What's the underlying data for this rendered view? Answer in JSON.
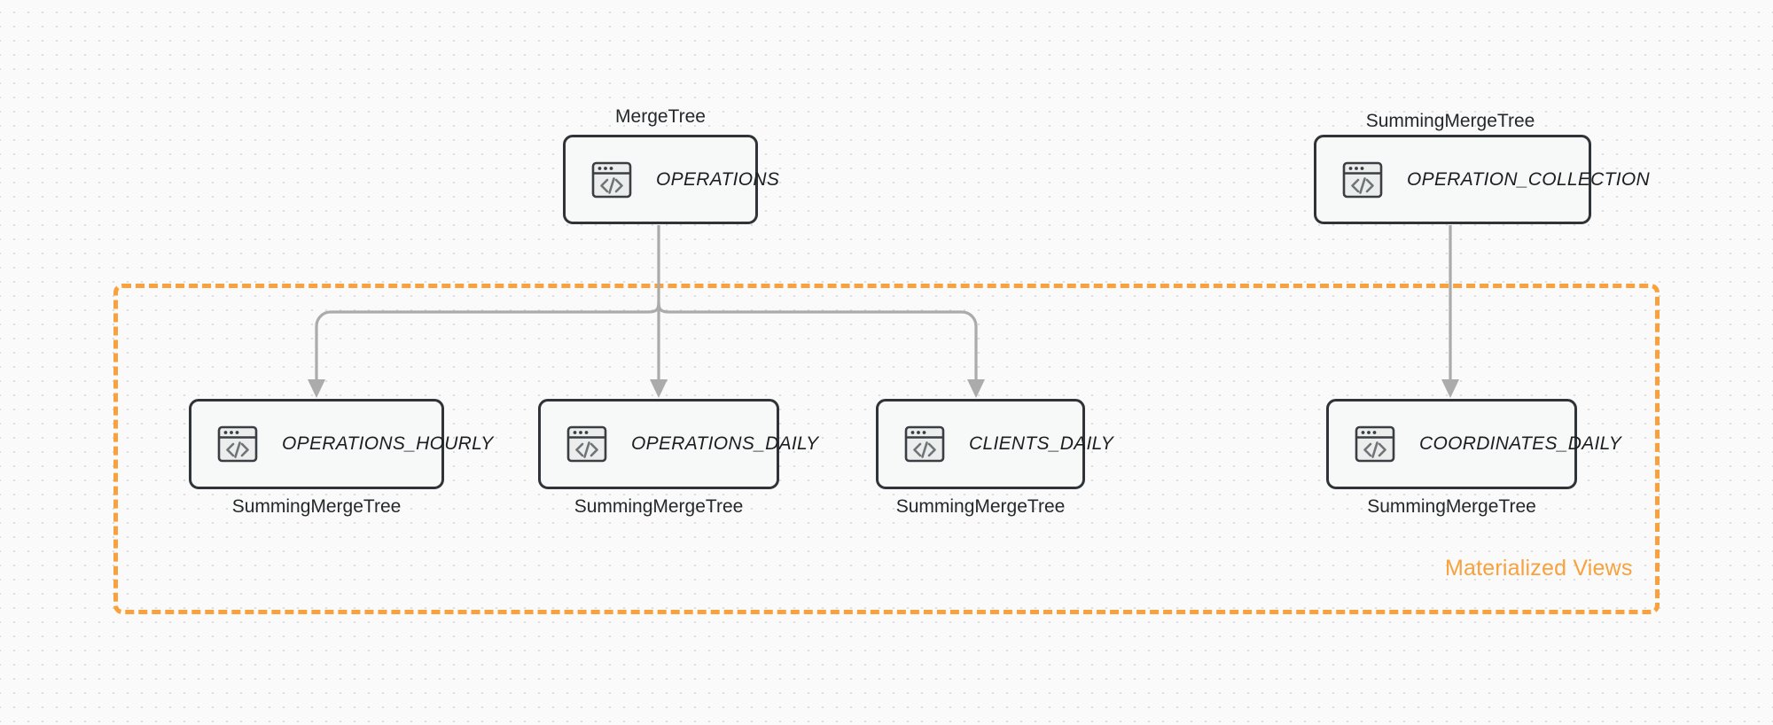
{
  "diagram": {
    "title": "ClickHouse table and materialized view topology",
    "colors": {
      "accent_orange": "#f9a13c",
      "node_border": "#2f3438",
      "node_fill": "#f7f8f8",
      "edge_gray": "#ababab",
      "canvas_bg": "#fafafa",
      "grid_dot": "#dcdcdc"
    },
    "group": {
      "label": "Materialized Views"
    },
    "nodes": [
      {
        "id": "operations",
        "name": "OPERATIONS",
        "engine": "MergeTree",
        "engine_position": "above",
        "icon": "code-window-icon"
      },
      {
        "id": "operation_collection",
        "name": "OPERATION_COLLECTION",
        "engine": "SummingMergeTree",
        "engine_position": "above",
        "icon": "code-window-icon"
      },
      {
        "id": "operations_hourly",
        "name": "OPERATIONS_HOURLY",
        "engine": "SummingMergeTree",
        "engine_position": "below",
        "icon": "code-window-icon"
      },
      {
        "id": "operations_daily",
        "name": "OPERATIONS_DAILY",
        "engine": "SummingMergeTree",
        "engine_position": "below",
        "icon": "code-window-icon"
      },
      {
        "id": "clients_daily",
        "name": "CLIENTS_DAILY",
        "engine": "SummingMergeTree",
        "engine_position": "below",
        "icon": "code-window-icon"
      },
      {
        "id": "coordinates_daily",
        "name": "COORDINATES_DAILY",
        "engine": "SummingMergeTree",
        "engine_position": "below",
        "icon": "code-window-icon"
      }
    ],
    "edges": [
      {
        "from": "operations",
        "to": "operations_hourly"
      },
      {
        "from": "operations",
        "to": "operations_daily"
      },
      {
        "from": "operations",
        "to": "clients_daily"
      },
      {
        "from": "operation_collection",
        "to": "coordinates_daily"
      }
    ]
  }
}
